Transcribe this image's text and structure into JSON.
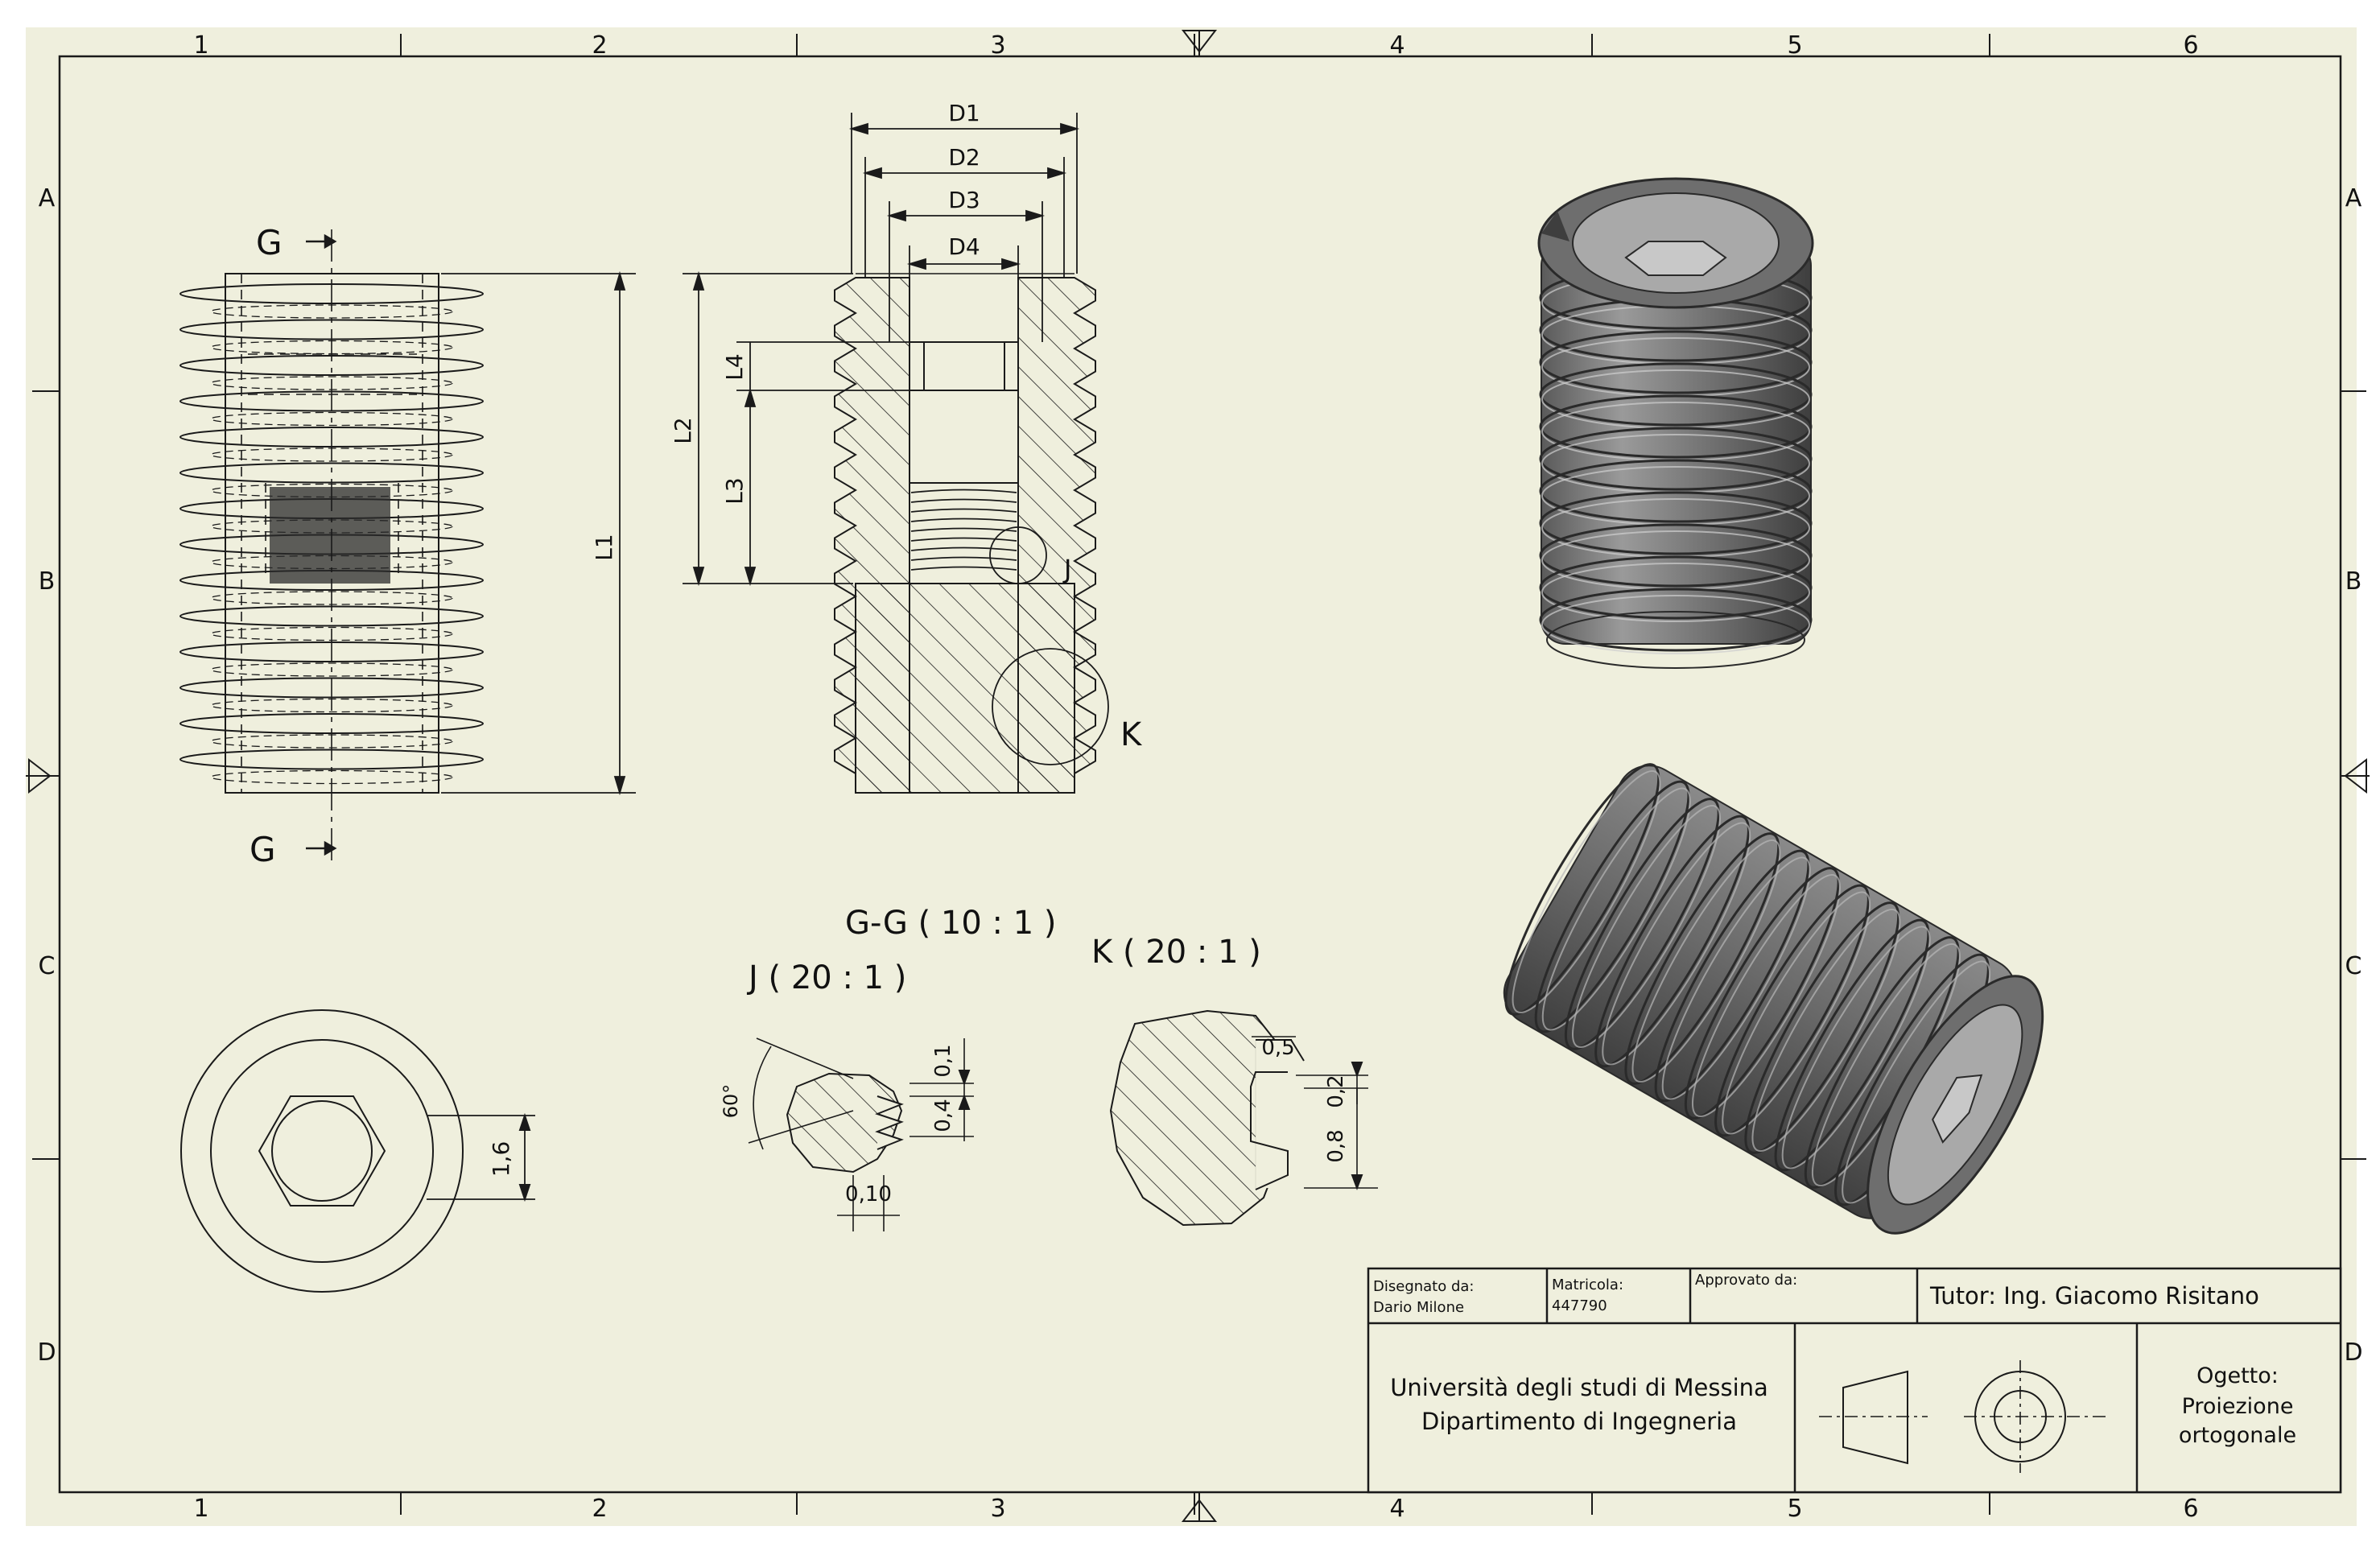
{
  "zone_labels": {
    "columns": [
      "1",
      "2",
      "3",
      "4",
      "5",
      "6"
    ],
    "rows": [
      "A",
      "B",
      "C",
      "D"
    ]
  },
  "section_marks": {
    "letter": "G"
  },
  "dimension_labels": {
    "d1": "D1",
    "d2": "D2",
    "d3": "D3",
    "d4": "D4",
    "l1": "L1",
    "l2": "L2",
    "l3": "L3",
    "l4": "L4",
    "detail_j_mark": "J",
    "detail_k_mark": "K"
  },
  "bottom_view": {
    "dim_hex": "1,6"
  },
  "detail_titles": {
    "gg": "G-G ( 10 : 1 )",
    "j": "J ( 20 : 1 )",
    "k": "K ( 20 : 1 )"
  },
  "detail_j": {
    "angle": "60°",
    "dim_a": "0,1",
    "dim_b": "0,4",
    "dim_c": "0,10"
  },
  "detail_k": {
    "dim_a": "0,5",
    "dim_b": "0,2",
    "dim_c": "0,8"
  },
  "title_block": {
    "drawn_by_label": "Disegnato da:",
    "drawn_by": "Dario Milone",
    "matricola_label": "Matricola:",
    "matricola": "447790",
    "approved_label": "Approvato da:",
    "tutor": "Tutor: Ing. Giacomo Risitano",
    "university": "Università degli studi di Messina",
    "department": "Dipartimento di Ingegneria",
    "object_label": "Ogetto:",
    "object_line1": "Proiezione",
    "object_line2": "ortogonale"
  },
  "colors": {
    "paper": "#efefdd",
    "margin": "#ffffff",
    "line": "#1a1a1a",
    "render_dark": "#4a4a4a",
    "render_mid": "#7e7e7e",
    "render_light": "#b8b8b8"
  }
}
